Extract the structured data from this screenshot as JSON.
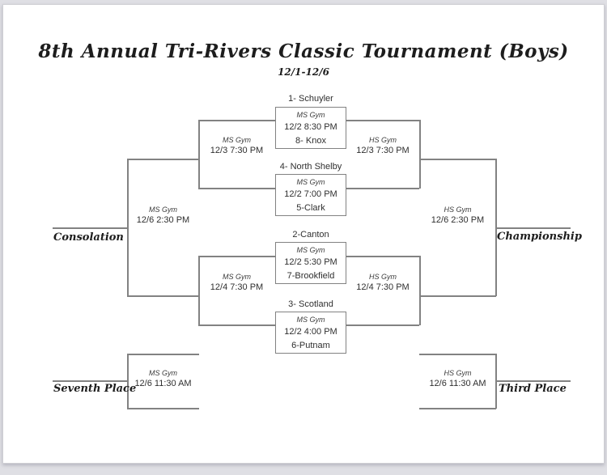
{
  "title": "8th Annual Tri-Rivers Classic Tournament (Boys)",
  "date_range": "12/1-12/6",
  "round1_games": [
    {
      "top_seed": "1- Schuyler",
      "gym": "MS Gym",
      "datetime": "12/2 8:30 PM",
      "bottom_seed": "8- Knox"
    },
    {
      "top_seed": "4- North Shelby",
      "gym": "MS Gym",
      "datetime": "12/2 7:00 PM",
      "bottom_seed": "5-Clark"
    },
    {
      "top_seed": "2-Canton",
      "gym": "MS Gym",
      "datetime": "12/2 5:30 PM",
      "bottom_seed": "7-Brookfield"
    },
    {
      "top_seed": "3- Scotland",
      "gym": "MS Gym",
      "datetime": "12/2 4:00 PM",
      "bottom_seed": "6-Putnam"
    }
  ],
  "semifinals": {
    "consolation_top": {
      "gym": "MS Gym",
      "datetime": "12/3 7:30 PM"
    },
    "consolation_bottom": {
      "gym": "MS Gym",
      "datetime": "12/4 7:30 PM"
    },
    "championship_top": {
      "gym": "HS Gym",
      "datetime": "12/3 7:30 PM"
    },
    "championship_bottom": {
      "gym": "HS Gym",
      "datetime": "12/4 7:30 PM"
    }
  },
  "finals": {
    "consolation": {
      "label": "Consolation",
      "gym": "MS Gym",
      "datetime": "12/6 2:30 PM"
    },
    "championship": {
      "label": "Championship",
      "gym": "HS Gym",
      "datetime": "12/6 2:30 PM"
    },
    "seventh_place": {
      "label": "Seventh Place",
      "gym": "MS Gym",
      "datetime": "12/6 11:30 AM"
    },
    "third_place": {
      "label": "Third Place",
      "gym": "HS Gym",
      "datetime": "12/6 11:30 AM"
    }
  },
  "colors": {
    "line": "#828282",
    "text": "#2f2f2f",
    "page_bg": "#ffffff",
    "outer_bg": "#dfdfe4"
  }
}
